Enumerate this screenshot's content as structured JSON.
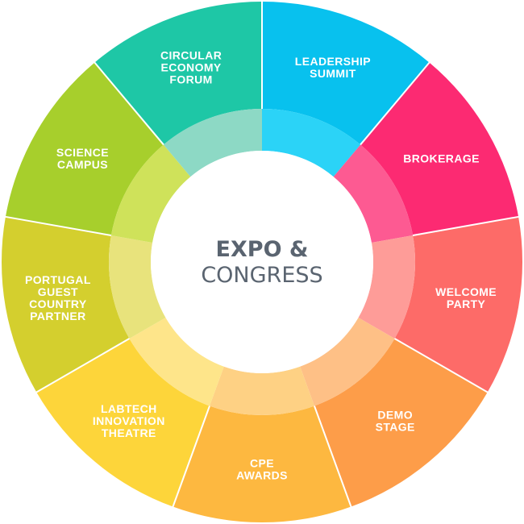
{
  "center": {
    "line1": "EXPO &",
    "line2": "CONGRESS",
    "line1_color": "#5a6470",
    "line2_color": "#5a6470"
  },
  "segments": [
    {
      "lines": [
        "LEADERSHIP",
        "SUMMIT"
      ],
      "color": "#08c1ee",
      "inner_color": "#2bd3f7"
    },
    {
      "lines": [
        "BROKERAGE"
      ],
      "color": "#fc2a72",
      "inner_color": "#fd5a92"
    },
    {
      "lines": [
        "WELCOME",
        "PARTY"
      ],
      "color": "#fd6b68",
      "inner_color": "#fe9c98"
    },
    {
      "lines": [
        "DEMO",
        "STAGE"
      ],
      "color": "#fd9d49",
      "inner_color": "#fec086"
    },
    {
      "lines": [
        "CPE",
        "AWARDS"
      ],
      "color": "#fdb840",
      "inner_color": "#fed184"
    },
    {
      "lines": [
        "LABTECH",
        "INNOVATION",
        "THEATRE"
      ],
      "color": "#fdd53a",
      "inner_color": "#fee58a"
    },
    {
      "lines": [
        "PORTUGAL",
        "GUEST",
        "COUNTRY",
        "PARTNER"
      ],
      "color": "#d4cf2e",
      "inner_color": "#e8e37c"
    },
    {
      "lines": [
        "SCIENCE",
        "CAMPUS"
      ],
      "color": "#a7cf2c",
      "inner_color": "#cfe25a"
    },
    {
      "lines": [
        "CIRCULAR",
        "ECONOMY",
        "FORUM"
      ],
      "color": "#1ec7a6",
      "inner_color": "#8dd9c5"
    }
  ]
}
